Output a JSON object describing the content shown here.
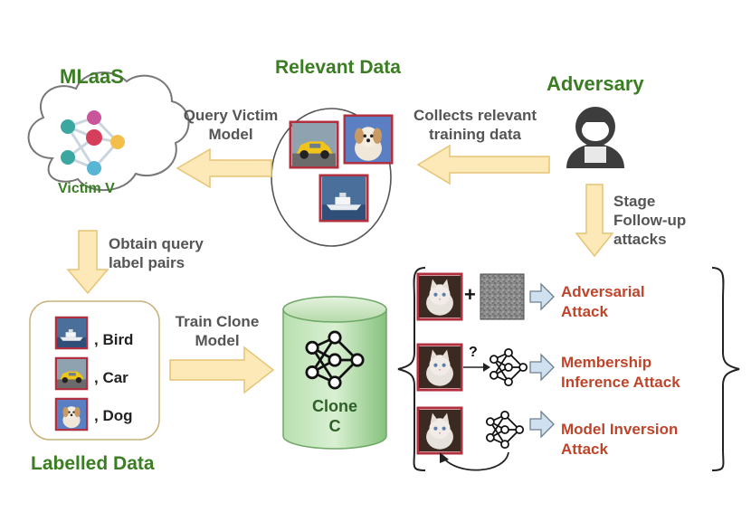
{
  "mlaas_title": "MLaaS",
  "victim_label": "Victim V",
  "relevant_title": "Relevant Data",
  "adversary_title": "Adversary",
  "query_victim": [
    "Query Victim",
    "Model"
  ],
  "collects": [
    "Collects relevant",
    "training data"
  ],
  "stage_followup": [
    "Stage",
    "Follow-up",
    "attacks"
  ],
  "obtain": [
    "Obtain query",
    "label pairs"
  ],
  "train_clone": [
    "Train Clone",
    "Model"
  ],
  "labelled_title": "Labelled Data",
  "labelled_items": [
    ", Bird",
    ", Car",
    ", Dog"
  ],
  "clone_label": [
    "Clone",
    "C"
  ],
  "plus_sign": "+",
  "question_mark": "?",
  "attacks": [
    [
      "Adversarial",
      "Attack"
    ],
    [
      "Membership",
      "Inference Attack"
    ],
    [
      "Model Inversion",
      "Attack"
    ]
  ],
  "colors": {
    "title_green": "#3a7d22",
    "attack_red": "#c0442a",
    "arrow_fill": "#fde9b8",
    "arrow_stroke": "#e6c476",
    "cylinder_green": "#8fc98a",
    "image_border": "#b0303f"
  }
}
